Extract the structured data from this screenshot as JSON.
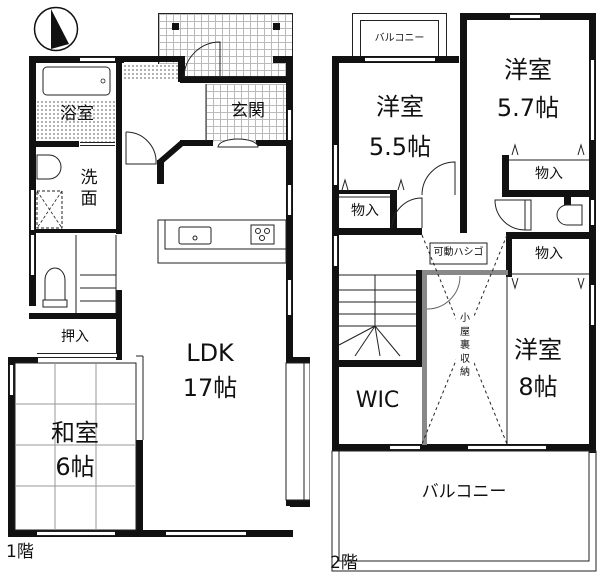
{
  "floor1": {
    "caption": "1階",
    "rooms": {
      "bath": "浴室",
      "entrance": "玄関",
      "washroom": "洗\n面",
      "closet": "押入",
      "ldk_name": "LDK",
      "ldk_size": "17帖",
      "washitsu_name": "和室",
      "washitsu_size": "6帖"
    }
  },
  "floor2": {
    "caption": "2階",
    "rooms": {
      "balcony_small": "バルコニー",
      "room_a_name": "洋室",
      "room_a_size": "5.5帖",
      "room_b_name": "洋室",
      "room_b_size": "5.7帖",
      "storage_a": "物入",
      "storage_b": "物入",
      "storage_c": "物入",
      "ladder": "可動ハシゴ",
      "attic": "小\n屋\n裏\n収\n納",
      "room_c_name": "洋室",
      "room_c_size": "8帖",
      "wic": "WIC",
      "balcony_large": "バルコニー"
    }
  },
  "compass": {
    "icon": "north-arrow-icon"
  }
}
